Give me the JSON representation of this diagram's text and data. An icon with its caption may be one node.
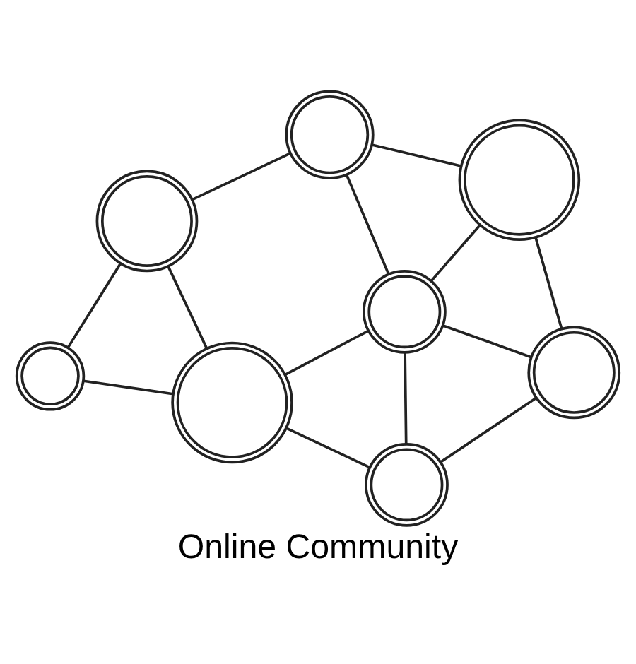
{
  "diagram": {
    "title": "Online Community",
    "nodes": [
      {
        "text": [],
        "shape": "person"
      },
      {
        "text": [],
        "shape": "person"
      },
      {
        "text": [],
        "shape": "person"
      },
      {
        "text": [],
        "shape": "person"
      },
      {
        "text": [],
        "shape": "person"
      },
      {
        "text": [],
        "shape": "person"
      },
      {
        "text": [],
        "shape": "person"
      },
      {
        "text": [],
        "shape": "person"
      }
    ],
    "edges": [
      {
        "from": 0,
        "to": 1,
        "arrow": "none"
      },
      {
        "from": 1,
        "to": 2,
        "arrow": "none"
      },
      {
        "from": 1,
        "to": 3,
        "arrow": "none"
      },
      {
        "from": 0,
        "to": 3,
        "arrow": "none"
      },
      {
        "from": 0,
        "to": 4,
        "arrow": "none"
      },
      {
        "from": 3,
        "to": 2,
        "arrow": "none"
      },
      {
        "from": 3,
        "to": 4,
        "arrow": "none"
      },
      {
        "from": 3,
        "to": 5,
        "arrow": "none"
      },
      {
        "from": 2,
        "to": 5,
        "arrow": "none"
      },
      {
        "from": 4,
        "to": 6,
        "arrow": "none"
      },
      {
        "from": 6,
        "to": 5,
        "arrow": "none"
      },
      {
        "from": 6,
        "to": 7,
        "arrow": "none"
      },
      {
        "from": 5,
        "to": 7,
        "arrow": "none"
      }
    ]
  }
}
